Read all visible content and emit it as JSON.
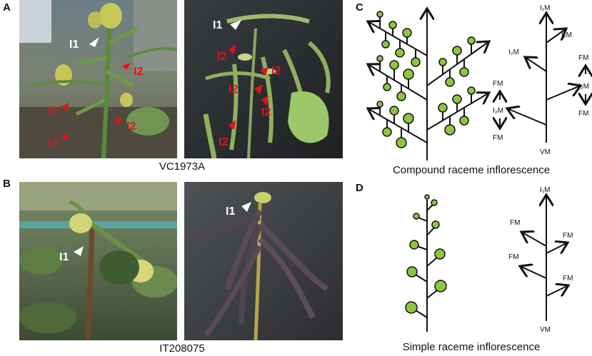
{
  "panels": {
    "a": "A",
    "b": "B",
    "c": "C",
    "d": "D"
  },
  "photos": {
    "a_left": {
      "labels": [
        "I1",
        "I2",
        "I2",
        "I2",
        "I2"
      ]
    },
    "a_right": {
      "labels": [
        "I1",
        "I2",
        "I2",
        "I2",
        "I2",
        "I2"
      ]
    },
    "b_left": {
      "labels": [
        "I1"
      ]
    },
    "b_right": {
      "labels": [
        "I1"
      ]
    }
  },
  "captions": {
    "a": "VC1973A",
    "b": "IT208075",
    "c": "Compound raceme inflorescence",
    "d": "Simple raceme inflorescence"
  },
  "meristems": {
    "i1": "I₁M",
    "i2": "I₂M",
    "fm": "FM",
    "vm": "VM"
  },
  "colors": {
    "arrow_red": "#e0141e",
    "arrow_white": "#ffffff",
    "bud_green": "#8cc63f",
    "line": "#111111"
  }
}
